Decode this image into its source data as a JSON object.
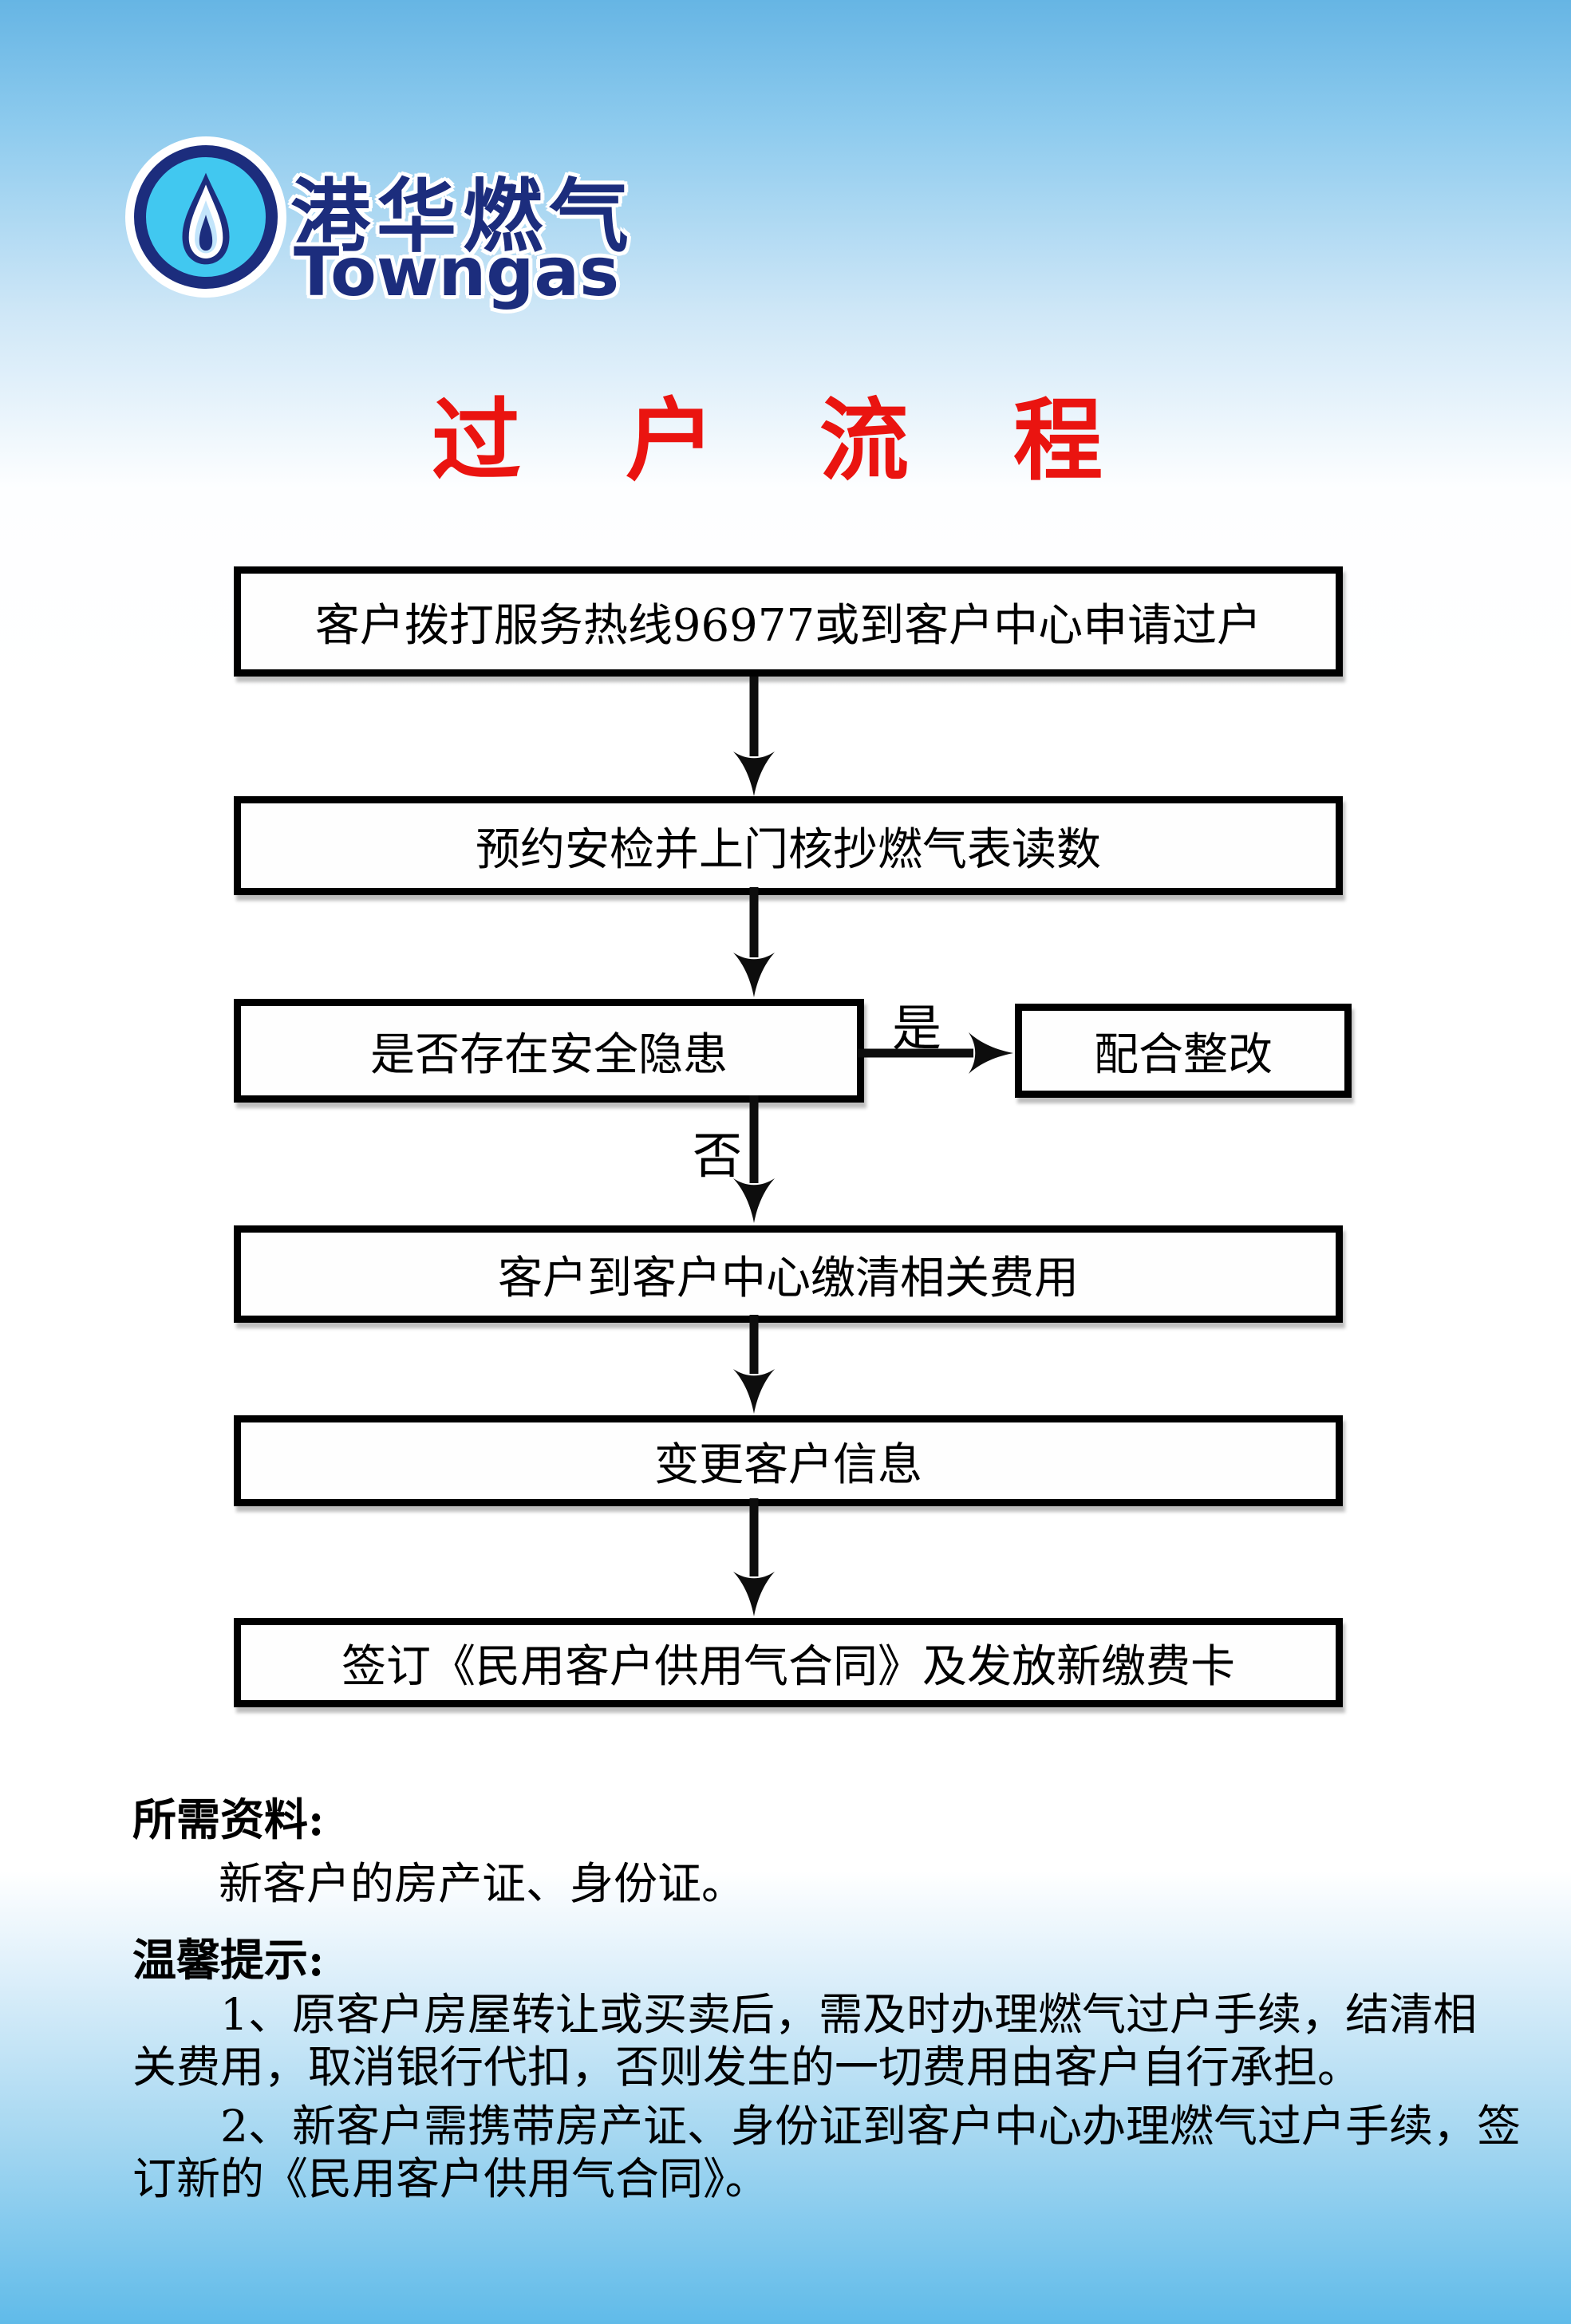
{
  "poster": {
    "background_top_color": "#66b5e4",
    "background_bottom_color": "#60bbe9",
    "title": "过 户 流 程",
    "title_color": "#ea1410"
  },
  "logo": {
    "brand_cn": "港华燃气",
    "brand_en": "Towngas",
    "navy_color": "#1c2d7d",
    "flame_circle_color": "#41c8f0",
    "flame_icon": "gas-flame-icon"
  },
  "flow": {
    "step1": "客户拨打服务热线96977或到客户中心申请过户",
    "step2": "预约安检并上门核抄燃气表读数",
    "decision": "是否存在安全隐患",
    "yes_label": "是",
    "yes_action": "配合整改",
    "no_label": "否",
    "step3": "客户到客户中心缴清相关费用",
    "step4": "变更客户信息",
    "step5": "签订《民用客户供用气合同》及发放新缴费卡",
    "box_border_color": "#000000",
    "box_fill_color": "#fefefe",
    "arrow_color": "#0d0d0d"
  },
  "materials": {
    "heading": "所需资料:",
    "item": "新客户的房产证、身份证。"
  },
  "tips": {
    "heading": "温馨提示:",
    "line1": "1、原客户房屋转让或买卖后，需及时办理燃气过户手续，结清相",
    "line2": "关费用，取消银行代扣，否则发生的一切费用由客户自行承担。",
    "line3": "2、新客户需携带房产证、身份证到客户中心办理燃气过户手续，签",
    "line4": "订新的《民用客户供用气合同》。"
  }
}
